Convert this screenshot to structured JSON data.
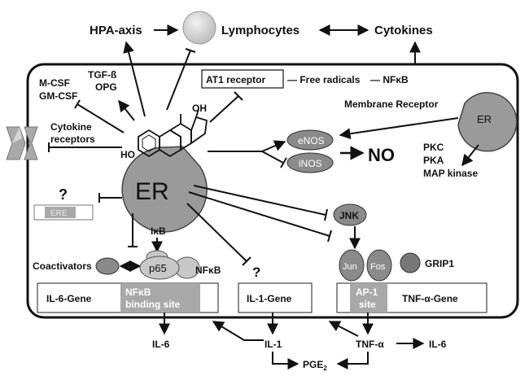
{
  "colors": {
    "cell_border": "#111111",
    "receptor_fill": "#9a9a9a",
    "protein_fill": "#8a8a8a",
    "site_fill": "#a8a8a8",
    "lymphocyte_fill": "#d8d8d8"
  },
  "top": {
    "hpa_axis": "HPA-axis",
    "lymphocytes": "Lymphocytes",
    "cytokines": "Cytokines"
  },
  "left": {
    "mcsf": "M-CSF",
    "gmcsf": "GM-CSF",
    "tgfb": "TGF-ß",
    "opg": "OPG",
    "cytokine_receptors_1": "Cytokine",
    "cytokine_receptors_2": "receptors",
    "question": "?",
    "ere": "ERE"
  },
  "center": {
    "at1_receptor": "AT1 receptor",
    "free_radicals": "— Free radicals",
    "nfkb_top": "— NFκB",
    "er_main": "ER",
    "ho": "HO",
    "oh": "OH",
    "enos": "eNOS",
    "inos": "iNOS",
    "no": "NO"
  },
  "right": {
    "membrane_receptor": "Membrane Receptor",
    "er_membrane": "ER",
    "pkc": "PKC",
    "pka": "PKA",
    "map_kinase": "MAP kinase",
    "jnk": "JNK",
    "jun": "Jun",
    "fos": "Fos",
    "grip1": "GRIP1"
  },
  "bottom": {
    "ikb": "IκB",
    "coactivators": "Coactivators",
    "p65": "p65",
    "nfkb": "NFκB",
    "question2": "?",
    "il6_gene": "IL-6-Gene",
    "nfkb_site_1": "NFκB",
    "nfkb_site_2": "binding site",
    "il1_gene": "IL-1-Gene",
    "ap1_1": "AP-1",
    "ap1_2": "site",
    "tnf_gene": "TNF-α-Gene"
  },
  "outside": {
    "il6_left": "IL-6",
    "il1": "IL-1",
    "tnfa": "TNF-α",
    "il6_right": "IL-6",
    "pge2": "PGE",
    "pge2_sub": "2"
  }
}
